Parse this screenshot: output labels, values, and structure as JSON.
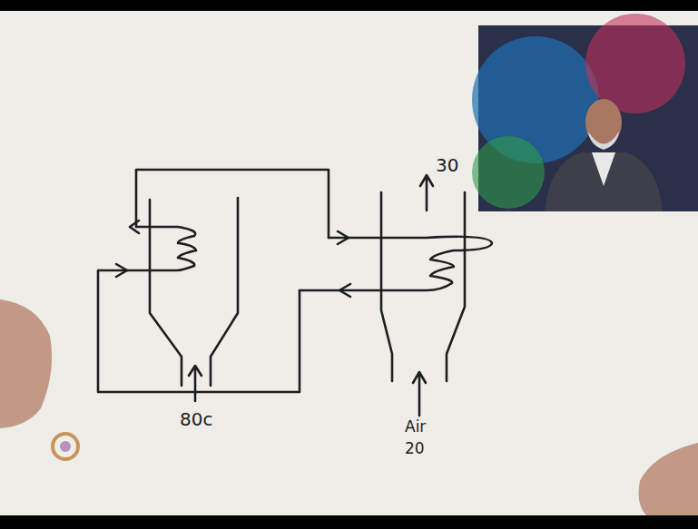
{
  "diagram": {
    "labels": [
      "30",
      "80c",
      "Air",
      "20"
    ]
  }
}
